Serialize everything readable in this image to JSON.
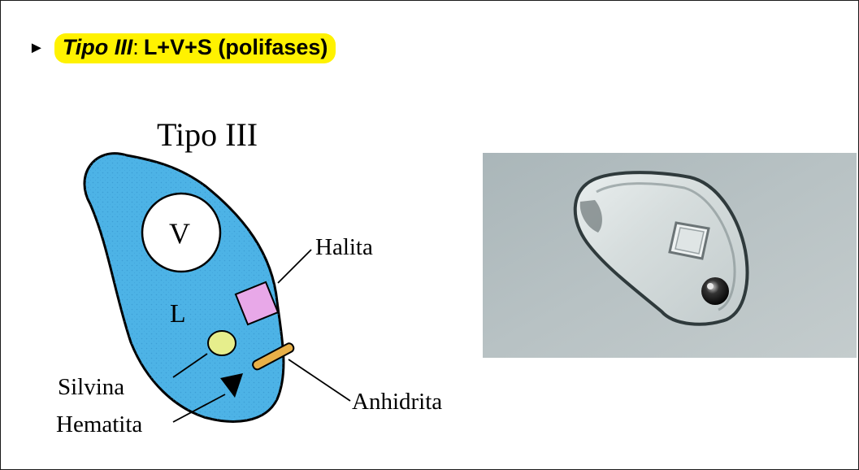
{
  "heading": {
    "bullet": "►",
    "type_label": "Tipo III",
    "separator": ":",
    "phases": "L+V+S (polifases)"
  },
  "diagram": {
    "title": "Tipo III",
    "vapor_label": "V",
    "liquid_label": "L",
    "labels": {
      "halita": "Halita",
      "silvina": "Silvina",
      "hematita": "Hematita",
      "anhidrita": "Anhidrita"
    },
    "colors": {
      "liquid": "#4db3e6",
      "halita": "#e8a8e8",
      "silvina": "#e6ee8c",
      "anhidrita": "#e8b048",
      "hematita": "#000000",
      "vapor": "#ffffff"
    },
    "icons": [
      "halita-crystal-icon",
      "silvina-crystal-icon",
      "anhidrita-crystal-icon",
      "hematita-crystal-icon"
    ]
  },
  "photo": {
    "background": "#b5c0c2"
  }
}
